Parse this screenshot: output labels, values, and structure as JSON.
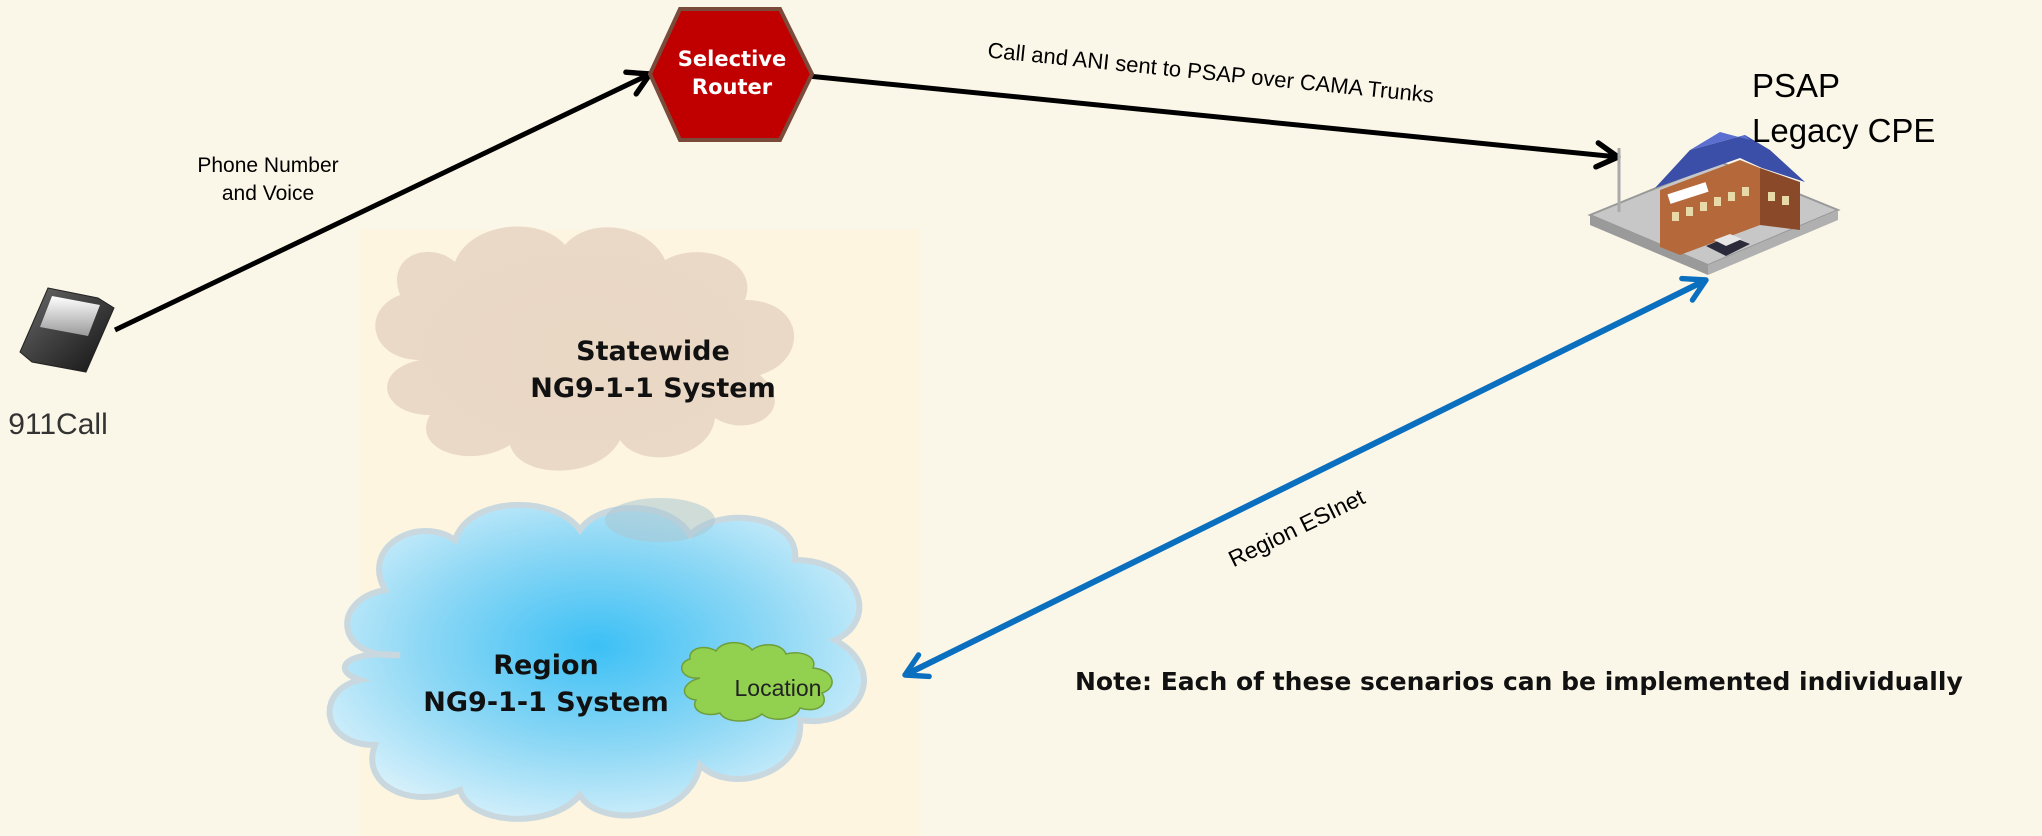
{
  "phone": {
    "label": "911Call"
  },
  "edges": {
    "phone_to_router": {
      "label_line1": "Phone Number",
      "label_line2": "and Voice"
    },
    "router_to_psap": {
      "label": "Call and ANI sent to PSAP over CAMA Trunks"
    },
    "region_to_psap": {
      "label": "Region ESInet"
    }
  },
  "router": {
    "line1": "Selective",
    "line2": "Router",
    "color": "#c00000"
  },
  "psap": {
    "line1": "PSAP",
    "line2": "Legacy CPE"
  },
  "statewide_cloud": {
    "line1": "Statewide",
    "line2": "NG9-1-1 System",
    "color": "#e8d9c6"
  },
  "region_cloud": {
    "line1": "Region",
    "line2": "NG9-1-1 System",
    "color": "#5cc8f2"
  },
  "location_cloud": {
    "label": "Location",
    "color": "#92d050"
  },
  "note": "Note: Each of these scenarios can be implemented individually",
  "colors": {
    "arrow_black": "#000000",
    "arrow_blue": "#0b6fbf"
  }
}
